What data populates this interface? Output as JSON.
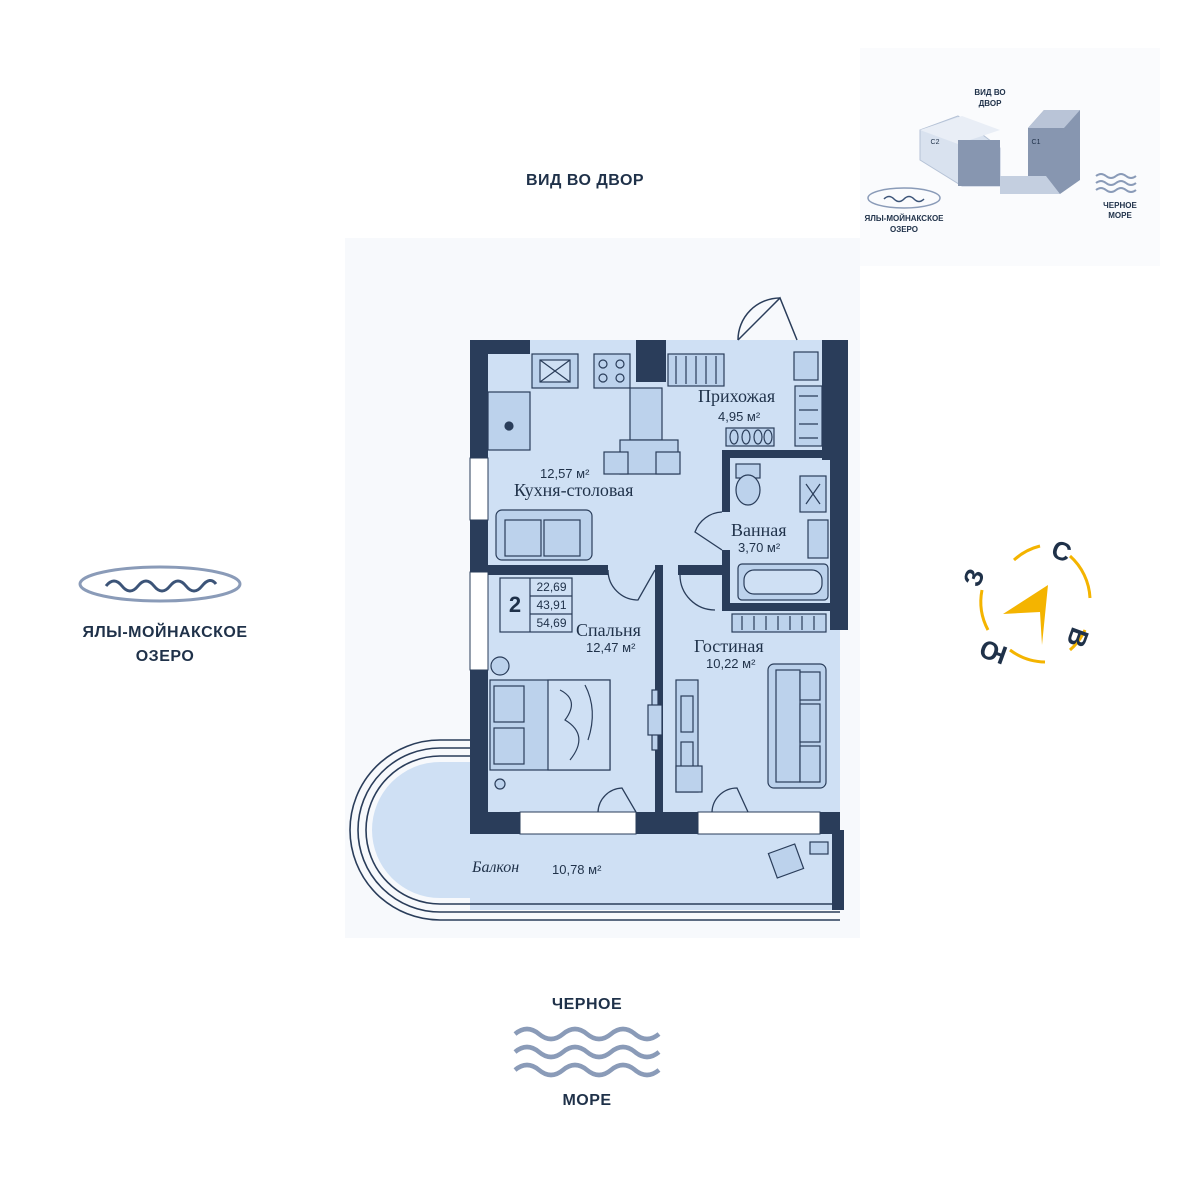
{
  "view": {
    "courtyard": "ВИД ВО ДВОР",
    "lake_line1": "ЯЛЫ-МОЙНАКСКОЕ",
    "lake_line2": "ОЗЕРО",
    "sea_top": "ЧЕРНОЕ",
    "sea_bottom": "МОРЕ"
  },
  "minimap": {
    "view_line1": "ВИД ВО",
    "view_line2": "ДВОР",
    "building_c2": "C2",
    "building_c1": "C1",
    "lake_line1": "ЯЛЫ-МОЙНАКСКОЕ",
    "lake_line2": "ОЗЕРО",
    "sea_line1": "ЧЕРНОЕ",
    "sea_line2": "МОРЕ"
  },
  "rooms": {
    "hallway": {
      "name": "Прихожая",
      "area": "4,95 м²"
    },
    "kitchen": {
      "name": "Кухня-столовая",
      "area": "12,57 м²"
    },
    "bathroom": {
      "name": "Ванная",
      "area": "3,70 м²"
    },
    "bedroom": {
      "name": "Спальня",
      "area": "12,47 м²"
    },
    "living": {
      "name": "Гостиная",
      "area": "10,22 м²"
    },
    "balcony": {
      "name": "Балкон",
      "area": "10,78 м²"
    }
  },
  "summary": {
    "rooms_count": "2",
    "living_area": "22,69",
    "total_area": "43,91",
    "full_area": "54,69"
  },
  "compass": {
    "n": "С",
    "e": "В",
    "s": "Ю",
    "w": "З"
  },
  "colors": {
    "wall": "#2a3d5a",
    "floor": "#cfe0f4",
    "accent": "#f4b400",
    "text": "#1f3149",
    "water": "#8a9bb8"
  }
}
